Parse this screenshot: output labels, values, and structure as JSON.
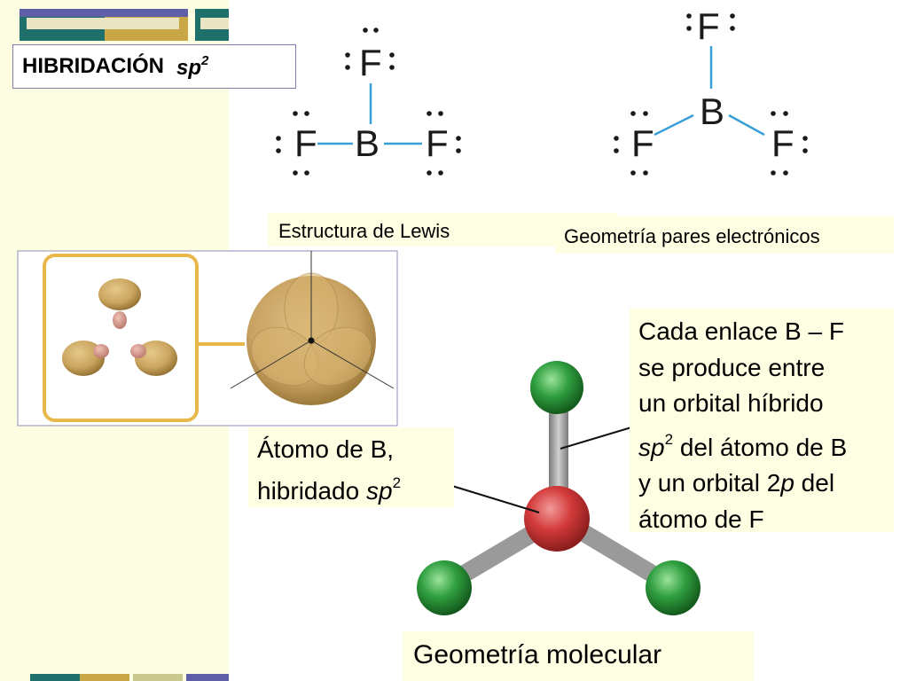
{
  "title": {
    "main": "HIBRIDACIÓN",
    "italic": "sp",
    "sup": "2"
  },
  "lewis": {
    "caption": "Estructura de Lewis",
    "atoms": {
      "top": "F",
      "center": "B",
      "left": "F",
      "right": "F"
    },
    "lone_pairs": ":"
  },
  "electron_geometry": {
    "caption": "Geometría pares electrónicos",
    "atoms": {
      "top": "F",
      "center": "B",
      "left": "F",
      "right": "F"
    }
  },
  "atom_label": {
    "line1": "Átomo de B,",
    "line2_text": "hibridado ",
    "line2_italic": "sp",
    "line2_sup": "2"
  },
  "explanation": {
    "l1": "Cada enlace B – F",
    "l2": "se produce entre",
    "l3": "un orbital híbrido",
    "l4_italic": "sp",
    "l4_sup": "2",
    "l4_rest": " del átomo de B",
    "l5_a": "y un orbital 2",
    "l5_italic": "p",
    "l5_rest": " del",
    "l6": "átomo de F"
  },
  "molecular_caption": "Geometría molecular",
  "colors": {
    "background": "#fdfde2",
    "accent_blue": "#5e5fa6",
    "accent_teal": "#1f6f6a",
    "accent_gold": "#c9a646",
    "bond_blue": "#3a9fd6",
    "boron_red": "#d33a3a",
    "fluorine_green": "#2f9e3f",
    "orbital_tan": "#c7a159"
  }
}
